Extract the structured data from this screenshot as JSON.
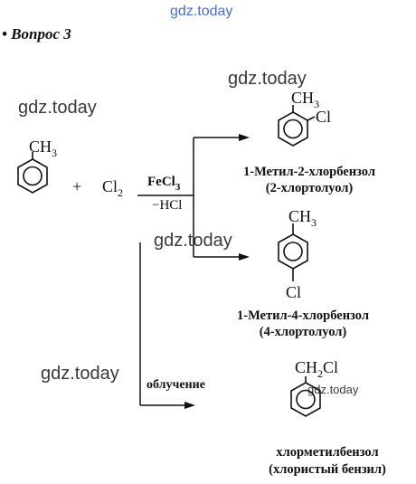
{
  "watermarks": {
    "top": "gdz.today",
    "w1": "gdz.today",
    "w2": "gdz.today",
    "w3": "gdz.today",
    "w4": "gdz.today",
    "w5": "gdz.today"
  },
  "title": "• Вопрос 3",
  "reaction": {
    "reactant_methyl": "CH",
    "reactant_methyl_sub": "3",
    "plus": "+",
    "cl2": "Cl",
    "cl2_sub": "2",
    "catalyst": "FeCl",
    "catalyst_sub": "3",
    "byproduct": "−HCl",
    "irradiation": "облучение"
  },
  "products": [
    {
      "group": "CH",
      "group_sub": "3",
      "substituent": "Cl",
      "name_line1": "1-Метил-2-хлорбензол",
      "name_line2": "(2-хлортолуол)"
    },
    {
      "group": "CH",
      "group_sub": "3",
      "substituent": "Cl",
      "name_line1": "1-Метил-4-хлорбензол",
      "name_line2": "(4-хлортолуол)"
    },
    {
      "group": "CH",
      "group_sub": "2",
      "substituent": "Cl",
      "name_line1": "хлорметилбензол",
      "name_line2": "(хлористый бензил)"
    }
  ]
}
